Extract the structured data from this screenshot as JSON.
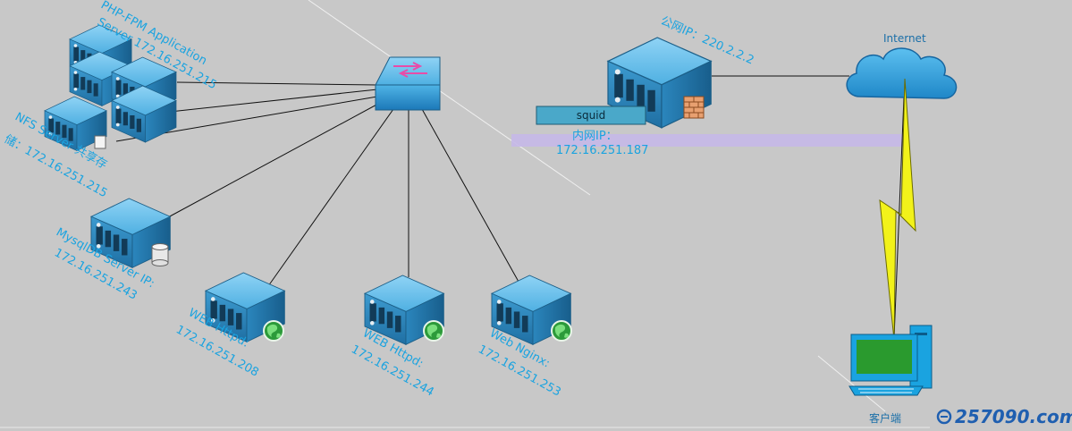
{
  "labels": {
    "php_line1": "PHP-FPM Application",
    "php_line2": "Server 172.16.251.215",
    "nfs_line1": "NFS Server 共享存",
    "nfs_line2": "储：172.16.251.215",
    "mysql_line1": "MysqlDB Server IP:",
    "mysql_line2": "172.16.251.243",
    "web1_line1": "WEB Httpd:",
    "web1_line2": "172.16.251.208",
    "web2_line1": "WEB Httpd:",
    "web2_line2": "172.16.251.244",
    "web3_line1": "Web Nginx:",
    "web3_line2": "172.16.251.253",
    "squid": "squid",
    "public_ip": "公网IP：220.2.2.2",
    "internal_ip_label": "内网IP：",
    "internal_ip": "172.16.251.187",
    "internet": "Internet",
    "client": "客户端"
  },
  "watermark": "257090.com",
  "colors": {
    "background": "#c8c8c8",
    "server_blue": "#3aa0d8",
    "label_blue": "#1aa3e0",
    "lightning": "#f2f21a",
    "lan_band": "#c5b8e8"
  },
  "icons": [
    "server-icon",
    "switch-icon",
    "cloud-icon",
    "lightning-icon",
    "computer-icon",
    "globe-icon",
    "database-icon",
    "firewall-icon"
  ]
}
